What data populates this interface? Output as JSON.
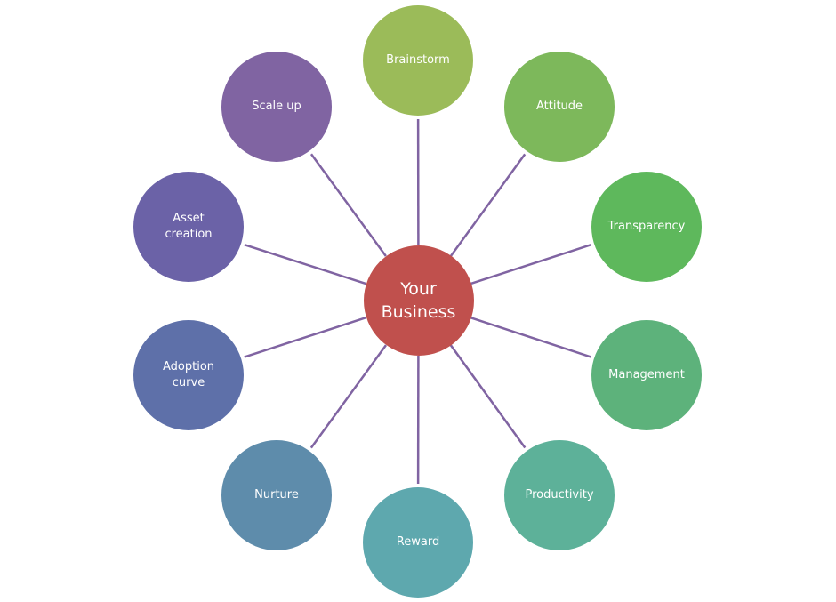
{
  "center": {
    "label_line1": "Your",
    "label_line2": "Business",
    "color": "#c0504d"
  },
  "line_color": "#8064a2",
  "nodes": [
    {
      "label": "Brainstorm",
      "color": "#9bbb59"
    },
    {
      "label": "Attitude",
      "color": "#7db85b"
    },
    {
      "label": "Transparency",
      "color": "#5eb85c"
    },
    {
      "label": "Management",
      "color": "#5db27b"
    },
    {
      "label": "Productivity",
      "color": "#5db199"
    },
    {
      "label": "Reward",
      "color": "#5ea8ae"
    },
    {
      "label": "Nurture",
      "color": "#5e8cab"
    },
    {
      "label": "Adoption curve",
      "color": "#5e70a9"
    },
    {
      "label": "Asset creation",
      "color": "#6b62a7"
    },
    {
      "label": "Scale up",
      "color": "#8064a2"
    }
  ]
}
